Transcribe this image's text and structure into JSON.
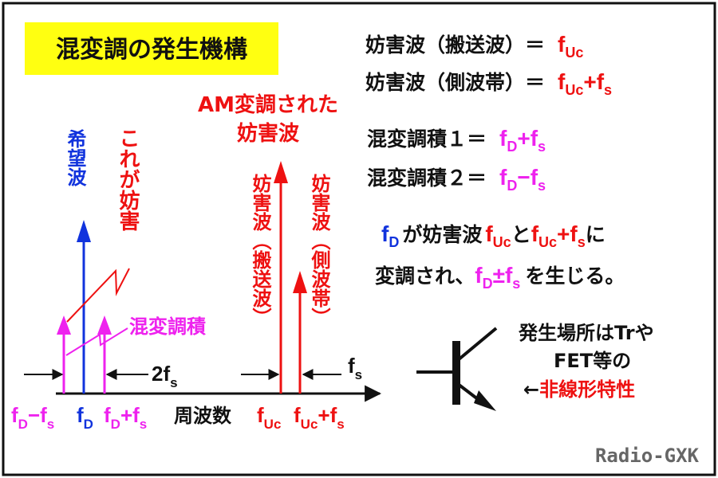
{
  "title": "混変調の発生機構",
  "colors": {
    "red": "#ee1111",
    "magenta": "#ee22ee",
    "blue": "#1133dd",
    "black": "#111111",
    "title_bg": "#ffff11",
    "credit": "#666666"
  },
  "legend": {
    "carrier_label": "妨害波（搬送波）＝",
    "carrier_sym": "f",
    "carrier_sub": "Uc",
    "sideband_label": "妨害波（側波帯）＝",
    "sideband_sym_a": "f",
    "sideband_sub_a": "Uc",
    "sideband_plus": "+f",
    "sideband_sub_b": "s",
    "product1_label": "混変調積１＝",
    "product1_sym_a": "f",
    "product1_sub_a": "D",
    "product1_op": "+f",
    "product1_sub_b": "s",
    "product2_label": "混変調積２＝",
    "product2_sym_a": "f",
    "product2_sub_a": "D",
    "product2_op": "−f",
    "product2_sub_b": "s"
  },
  "explain": {
    "line1_fd": "f",
    "line1_fd_sub": "D",
    "line1_a": "が妨害波",
    "line1_fuc": "f",
    "line1_fuc_sub": "Uc",
    "line1_b": "と",
    "line1_fucs": "f",
    "line1_fucs_sub": "Uc",
    "line1_fucs_plus": "+f",
    "line1_fucs_sub2": "s",
    "line1_c": "に",
    "line2_a": "変調され、",
    "line2_fd": "f",
    "line2_fd_sub": "D",
    "line2_pm": "±f",
    "line2_pm_sub": "s",
    "line2_b": "を生じる。"
  },
  "device": {
    "line1": "発生場所はTrや",
    "line2": "FET等の",
    "arrow": "←",
    "line3": "非線形特性"
  },
  "labels": {
    "desired": "希望波",
    "this_interferes": "これが妨害",
    "am_line1": "AM変調された",
    "am_line2": "妨害波",
    "carrier_vert": "妨害波（搬送波）",
    "sideband_vert": "妨害波（側波帯）",
    "xmod_products": "混変調積",
    "two_fs_num": "2f",
    "two_fs_sub": "s",
    "fs_sym": "f",
    "fs_sub": "s"
  },
  "axis": {
    "fd_minus_fs_a": "f",
    "fd_minus_fs_sub_a": "D",
    "fd_minus_fs_op": "−f",
    "fd_minus_fs_sub_b": "s",
    "fd_sym": "f",
    "fd_sub": "D",
    "fd_plus_fs_a": "f",
    "fd_plus_fs_sub_a": "D",
    "fd_plus_fs_op": "+f",
    "fd_plus_fs_sub_b": "s",
    "freq_label": "周波数",
    "fuc_sym": "f",
    "fuc_sub": "Uc",
    "fuc_fs_sym": "f",
    "fuc_fs_sub": "Uc",
    "fuc_fs_op": "+f",
    "fuc_fs_sub_b": "s"
  },
  "credit": "Radio-GXK"
}
